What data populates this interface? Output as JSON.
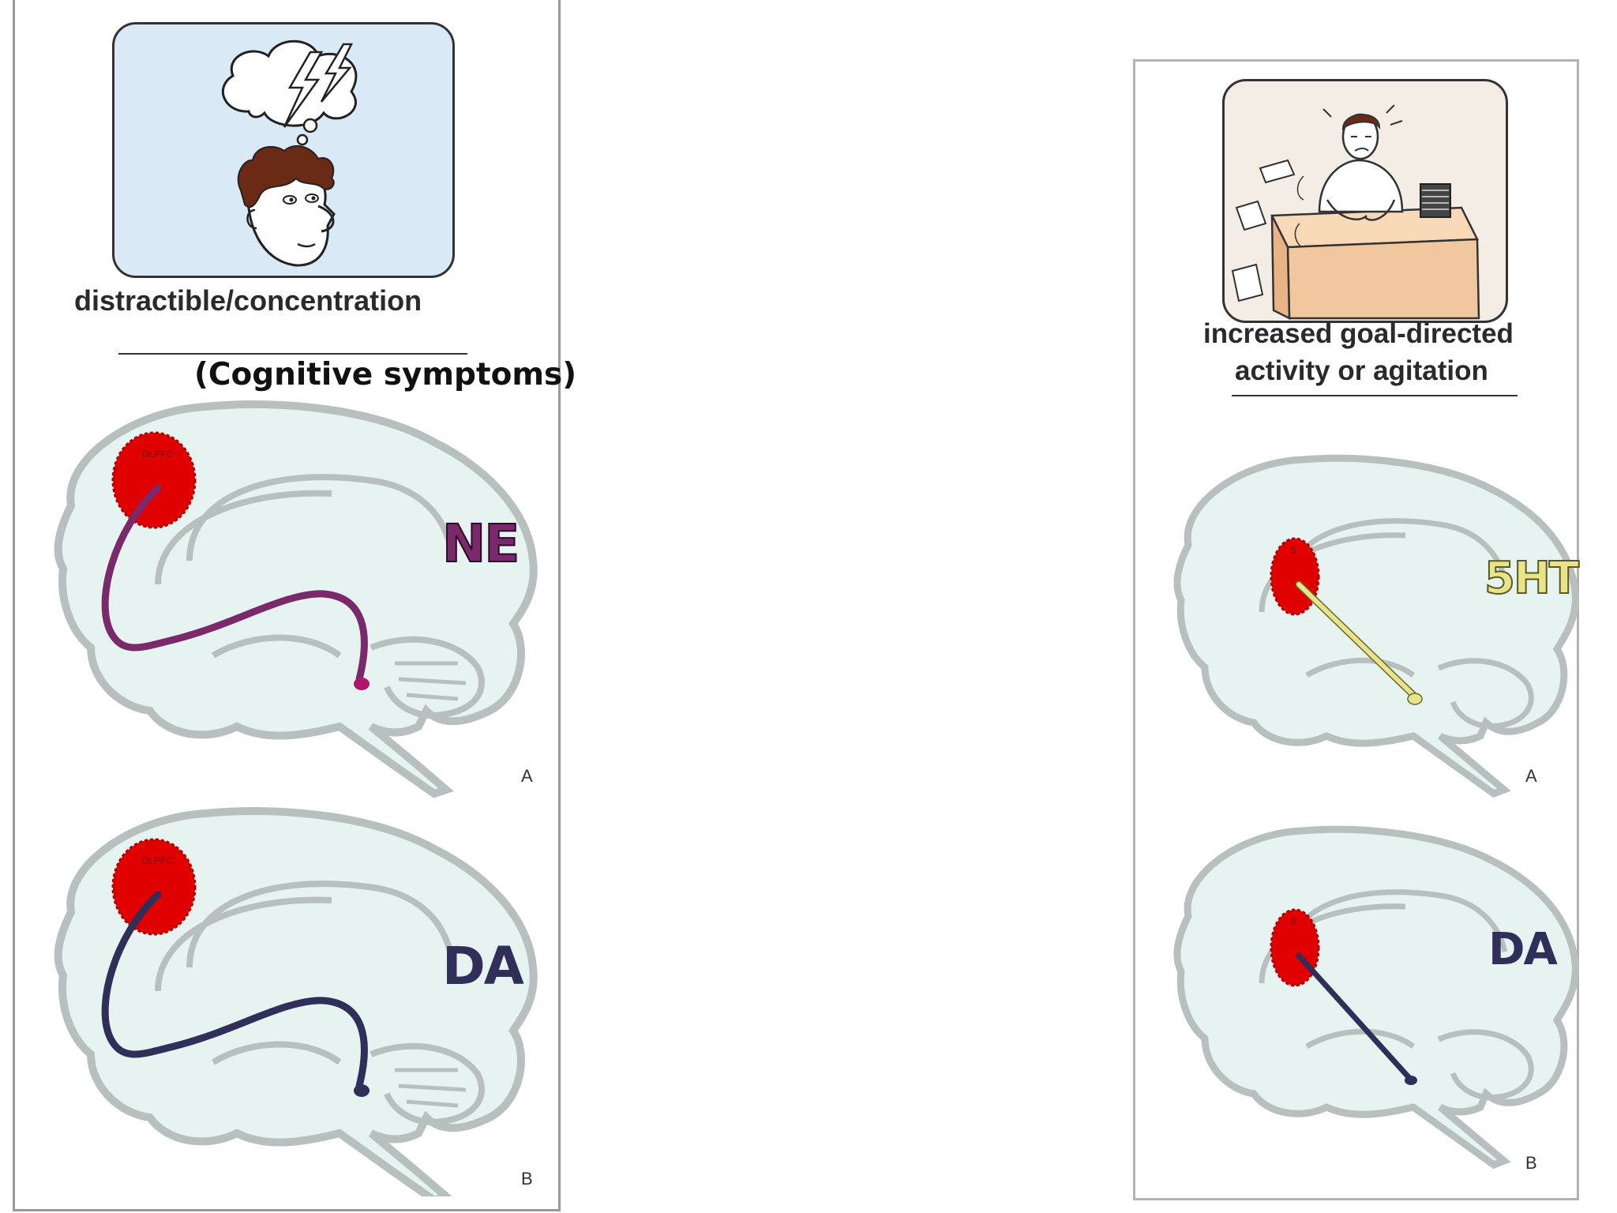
{
  "left_panel": {
    "caption": "distractible/concentration",
    "subtitle": "(Cognitive symptoms)",
    "figures": [
      {
        "letter": "A",
        "neurotransmitter": "NE",
        "region": "DLPFC",
        "color": "#7a2a6a",
        "fill": "#b0156b"
      },
      {
        "letter": "B",
        "neurotransmitter": "DA",
        "region": "DLPFC",
        "color": "#2f2f5a",
        "fill": "#2f2f5a"
      }
    ]
  },
  "right_panel": {
    "caption_line1": "increased goal-directed",
    "caption_line2": "activity or agitation",
    "figures": [
      {
        "letter": "A",
        "neurotransmitter": "5HT",
        "region": "S",
        "color": "#e9e38a",
        "fill": "#e9e38a"
      },
      {
        "letter": "B",
        "neurotransmitter": "DA",
        "region": "S",
        "color": "#2f2f5a",
        "fill": "#2f2f5a"
      }
    ]
  },
  "colors": {
    "brain_fill": "#e6f3f1",
    "brain_outline": "#b8bfbf",
    "region_red": "#e00000"
  }
}
